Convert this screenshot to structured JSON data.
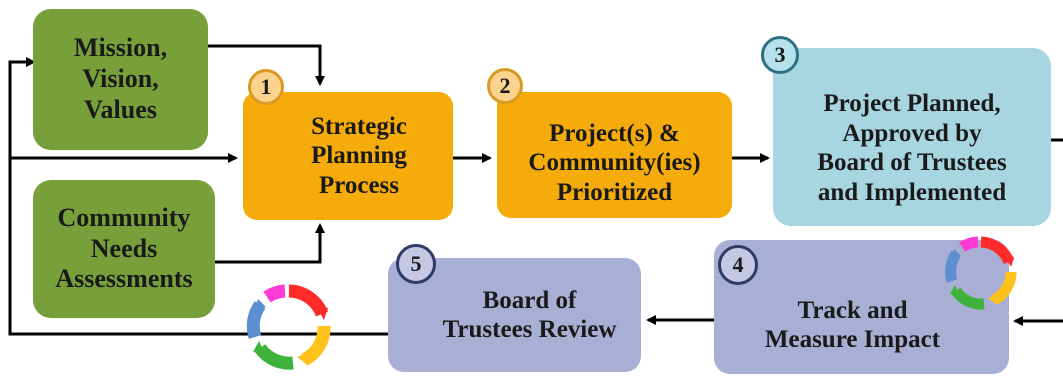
{
  "nodes": {
    "mission": {
      "label": "Mission,\nVision,\nValues"
    },
    "needs": {
      "label": "Community\nNeeds\nAssessments"
    },
    "strategic": {
      "label": "Strategic\nPlanning\nProcess",
      "step": "1"
    },
    "prioritized": {
      "label": "Project(s) &\nCommunity(ies)\nPrioritized",
      "step": "2"
    },
    "implemented": {
      "label": "Project Planned,\nApproved by\nBoard of Trustees\nand Implemented",
      "step": "3"
    },
    "track": {
      "label": "Track and\nMeasure Impact",
      "step": "4"
    },
    "review": {
      "label": "Board of\nTrustees Review",
      "step": "5"
    }
  },
  "colors": {
    "green": "#77a03a",
    "orange": "#f5ab0a",
    "light_blue": "#a7d6e0",
    "lavender": "#a9afd4",
    "cycle": [
      "#ff2a2a",
      "#ffc21a",
      "#3fb23c",
      "#5b8fcf",
      "#ff3ad6"
    ]
  },
  "icons": [
    "cycle-arrows-icon"
  ]
}
